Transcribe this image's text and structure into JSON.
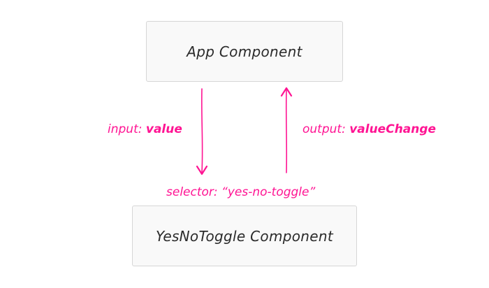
{
  "diagram": {
    "nodes": {
      "app": {
        "label": "App Component"
      },
      "toggle": {
        "label": "YesNoToggle Component"
      }
    },
    "edges": {
      "input": {
        "prefix": "input: ",
        "name": "value",
        "direction": "down"
      },
      "output": {
        "prefix": "output: ",
        "name": "valueChange",
        "direction": "up"
      }
    },
    "selector": {
      "text": "selector: “yes-no-toggle”"
    },
    "colors": {
      "accent": "#ff1493",
      "box_fill": "#f9f9f9",
      "box_border": "#d6d6d6",
      "text": "#2b2b2b"
    }
  }
}
